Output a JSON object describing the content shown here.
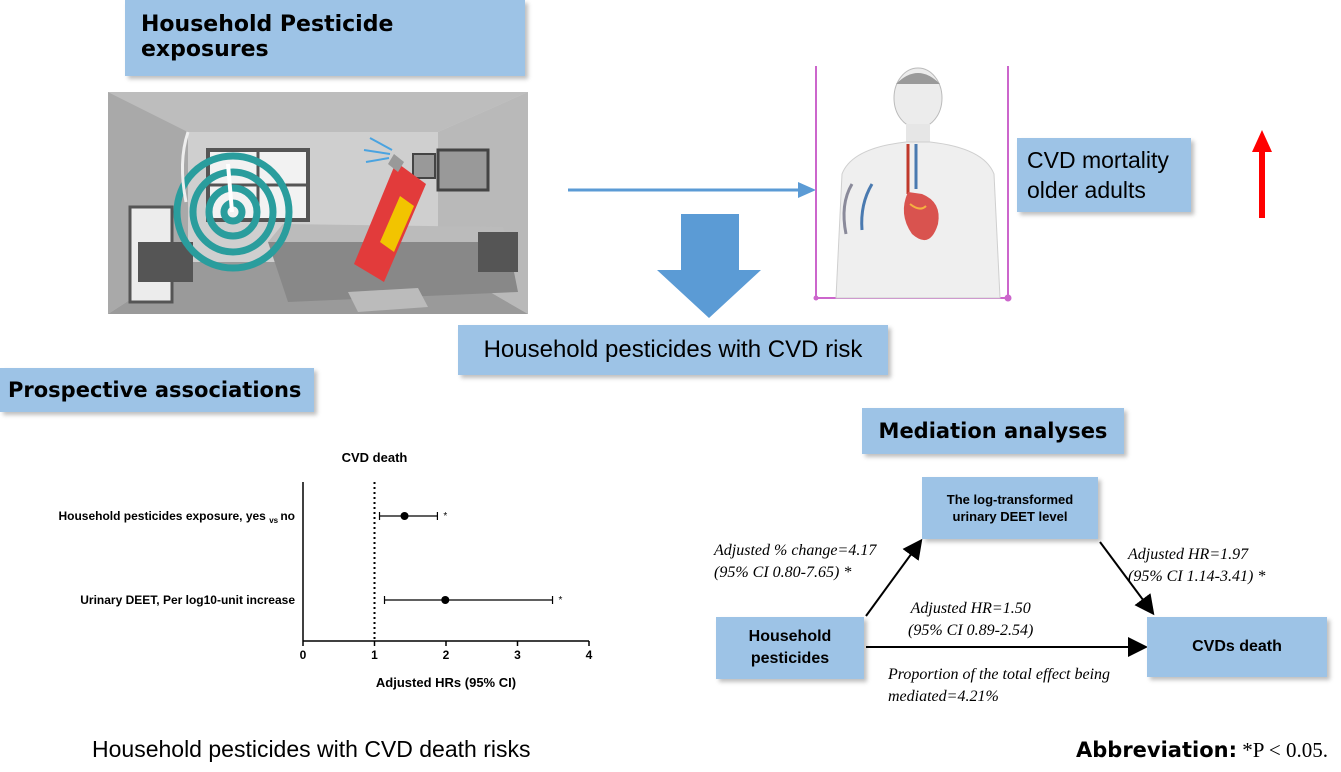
{
  "top_title": "Household Pesticide exposures",
  "outcome_box": {
    "line1": "CVD mortality",
    "line2": "older adults"
  },
  "middle_box": "Household  pesticides with CVD risk",
  "prospective_title": "Prospective associations",
  "mediation_title": "Mediation analyses",
  "mediation": {
    "mediator": {
      "line1": "The log-transformed",
      "line2": "urinary DEET level"
    },
    "exposure": {
      "line1": "Household",
      "line2": "pesticides"
    },
    "outcome": "CVDs death",
    "path_a": {
      "line1": "Adjusted % change=4.17",
      "line2": "(95% CI 0.80-7.65) *"
    },
    "path_b": {
      "line1": "Adjusted HR=1.97",
      "line2": "(95% CI 1.14-3.41) *"
    },
    "path_c": {
      "line1": "Adjusted HR=1.50",
      "line2": "(95% CI 0.89-2.54)"
    },
    "proportion": {
      "line1": "Proportion of the total effect being",
      "line2": "mediated=4.21%"
    }
  },
  "bottom_caption": "Household pesticides with CVD death risks",
  "abbreviation": {
    "label": "Abbreviation:",
    "text": " *P < 0.05."
  },
  "colors": {
    "box": "#9dc3e6",
    "arrow": "#5b9bd5",
    "red_arrow": "#ff0000",
    "frame": "#cc66cc"
  },
  "chart_data": {
    "type": "forest",
    "title": "CVD death",
    "xlabel": "Adjusted HRs (95% CI)",
    "xlim": [
      0,
      4
    ],
    "xticks": [
      "0",
      "1",
      "2",
      "3",
      "4"
    ],
    "reference_line": 1,
    "rows": [
      {
        "label": "Household pesticides exposure, yes",
        "label_sub": "vs",
        "label_end": "no",
        "estimate": 1.42,
        "lower": 1.07,
        "upper": 1.88,
        "sig": "*"
      },
      {
        "label": "Urinary DEET, Per log10-unit increase",
        "label_sub": "",
        "label_end": "",
        "estimate": 1.99,
        "lower": 1.14,
        "upper": 3.49,
        "sig": "*"
      }
    ]
  }
}
